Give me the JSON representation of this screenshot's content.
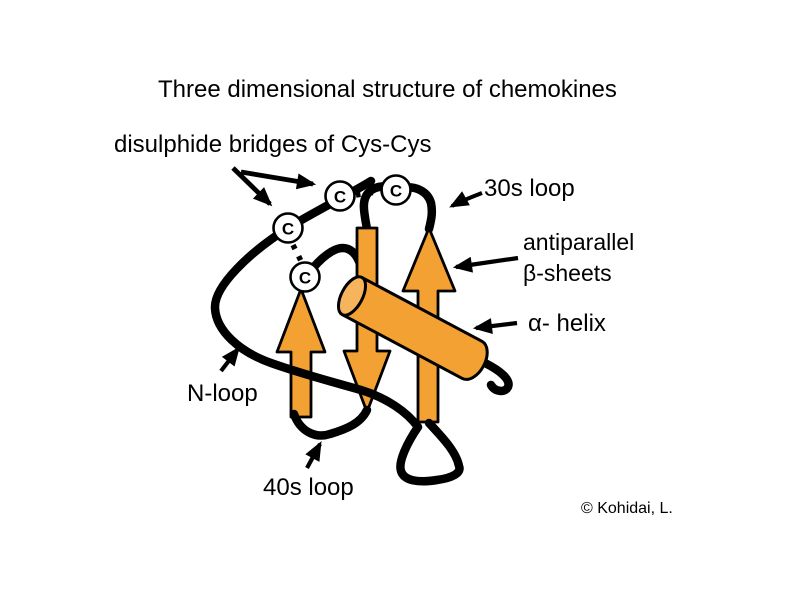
{
  "slide": {
    "title": "Three dimensional structure of chemokines",
    "copyright": "© Kohidai, L.",
    "background_color": "#ffffff",
    "text_color": "#000000"
  },
  "labels": {
    "disulphide_bridges": "disulphide bridges of Cys-Cys",
    "loop_30s": "30s loop",
    "antiparallel_line1": "antiparallel",
    "antiparallel_line2": "β-sheets",
    "alpha_helix": "α- helix",
    "n_loop": "N-loop",
    "loop_40s": "40s loop"
  },
  "diagram": {
    "cysteine_label": "C",
    "cysteine_circle_count": 4,
    "disulphide_bond_count": 2,
    "beta_strand_count": 3,
    "colors": {
      "structure_orange": "#F4A134",
      "helix_cap_orange": "#F6B45C",
      "outline_black": "#000000",
      "cysteine_fill": "#ffffff"
    }
  }
}
